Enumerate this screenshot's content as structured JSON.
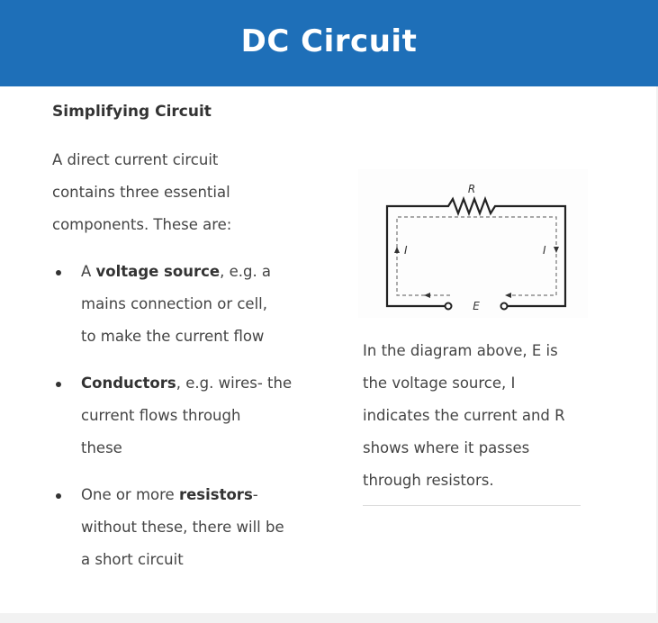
{
  "header": {
    "title": "DC Circuit"
  },
  "section_title": "Simplifying Circuit",
  "intro_lines": [
    "A direct current circuit",
    "contains three essential",
    "components. These are:"
  ],
  "bullets": [
    {
      "lines": [
        [
          {
            "t": "A "
          },
          {
            "t": "voltage source",
            "b": true
          },
          {
            "t": ", e.g. a"
          }
        ],
        [
          {
            "t": "mains connection or cell,"
          }
        ],
        [
          {
            "t": "to make the current flow"
          }
        ]
      ]
    },
    {
      "lines": [
        [
          {
            "t": "Conductors",
            "b": true
          },
          {
            "t": ", e.g. wires- the"
          }
        ],
        [
          {
            "t": "current flows through"
          }
        ],
        [
          {
            "t": "these"
          }
        ]
      ]
    },
    {
      "lines": [
        [
          {
            "t": "One or more "
          },
          {
            "t": "resistors",
            "b": true
          },
          {
            "t": "-"
          }
        ],
        [
          {
            "t": "without these, there will be"
          }
        ],
        [
          {
            "t": "a short circuit"
          }
        ]
      ]
    }
  ],
  "diagram": {
    "label_r": "R",
    "label_e": "E",
    "label_i": "I"
  },
  "caption_lines": [
    "In the diagram above, E is",
    "the voltage source, I",
    "indicates the current and R",
    "shows where it passes",
    "through resistors."
  ],
  "colors": {
    "header": "#1e6fb8"
  }
}
